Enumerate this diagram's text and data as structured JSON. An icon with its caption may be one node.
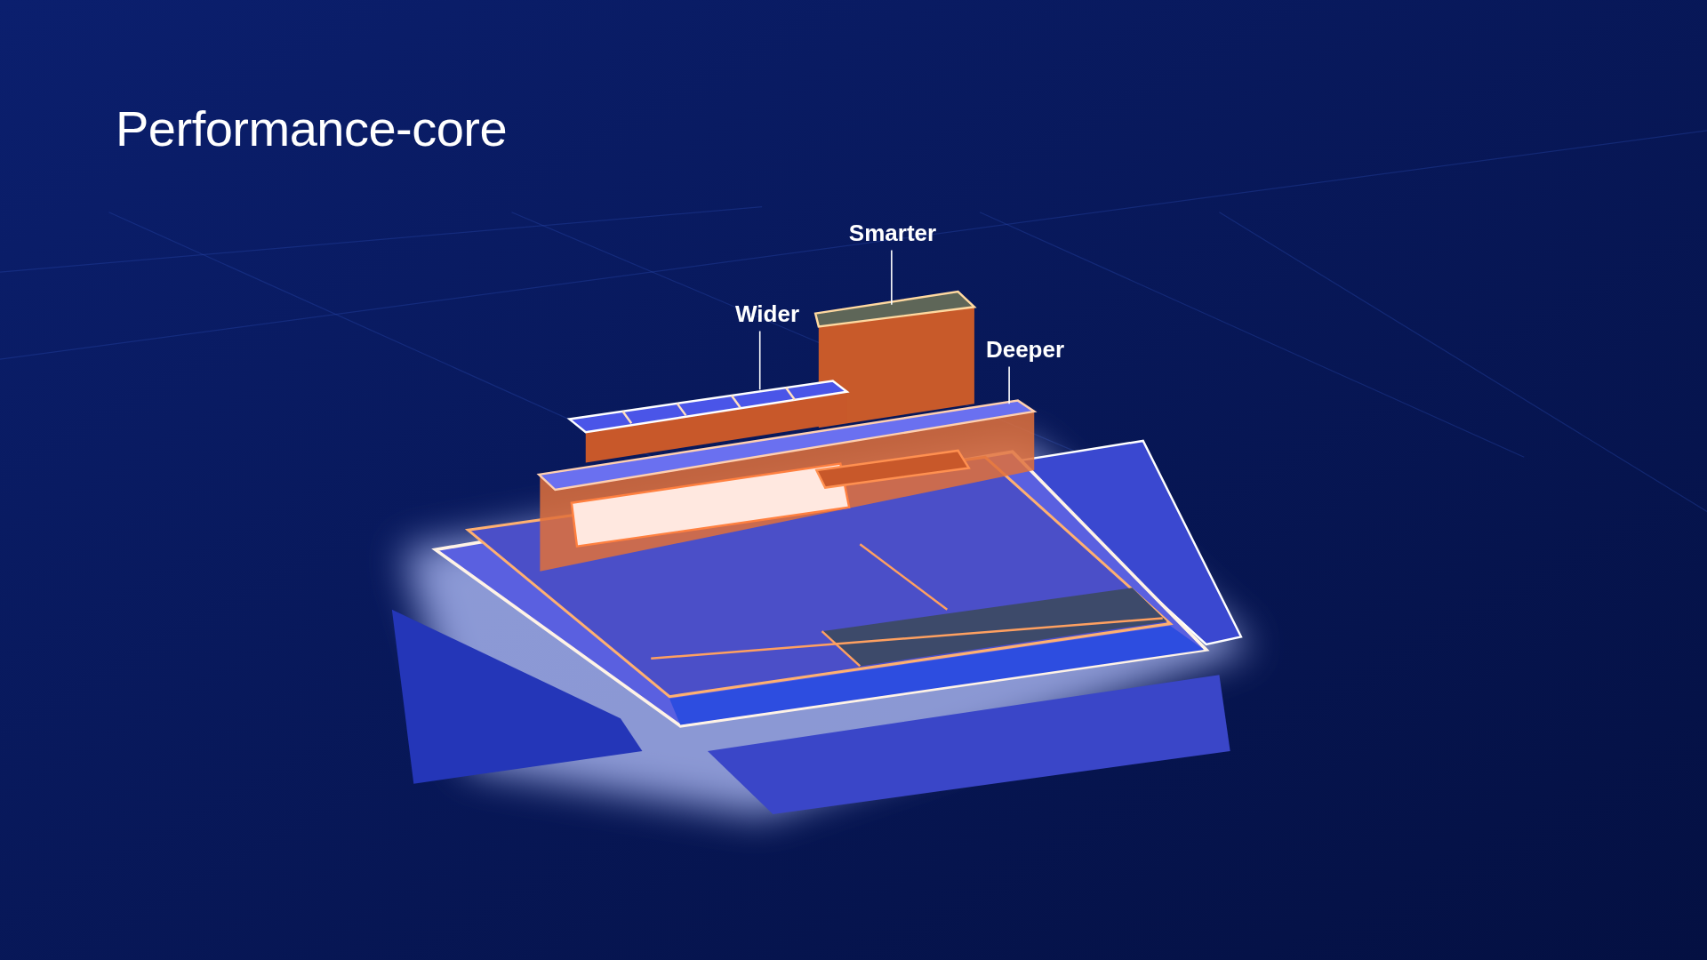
{
  "diagram": {
    "title": "Performance-core",
    "nodes": [
      {
        "text": [
          "Smarter"
        ]
      },
      {
        "text": [
          "Wider"
        ]
      },
      {
        "text": [
          "Deeper"
        ]
      },
      {
        "text": [],
        "shape": "box"
      },
      {
        "text": [],
        "shape": "box"
      },
      {
        "text": [],
        "shape": "box"
      }
    ],
    "edges": [
      {
        "from": 0,
        "to": 3,
        "arrow": "none"
      },
      {
        "from": 1,
        "to": 4,
        "arrow": "none"
      },
      {
        "from": 2,
        "to": 5,
        "arrow": "none"
      }
    ]
  }
}
